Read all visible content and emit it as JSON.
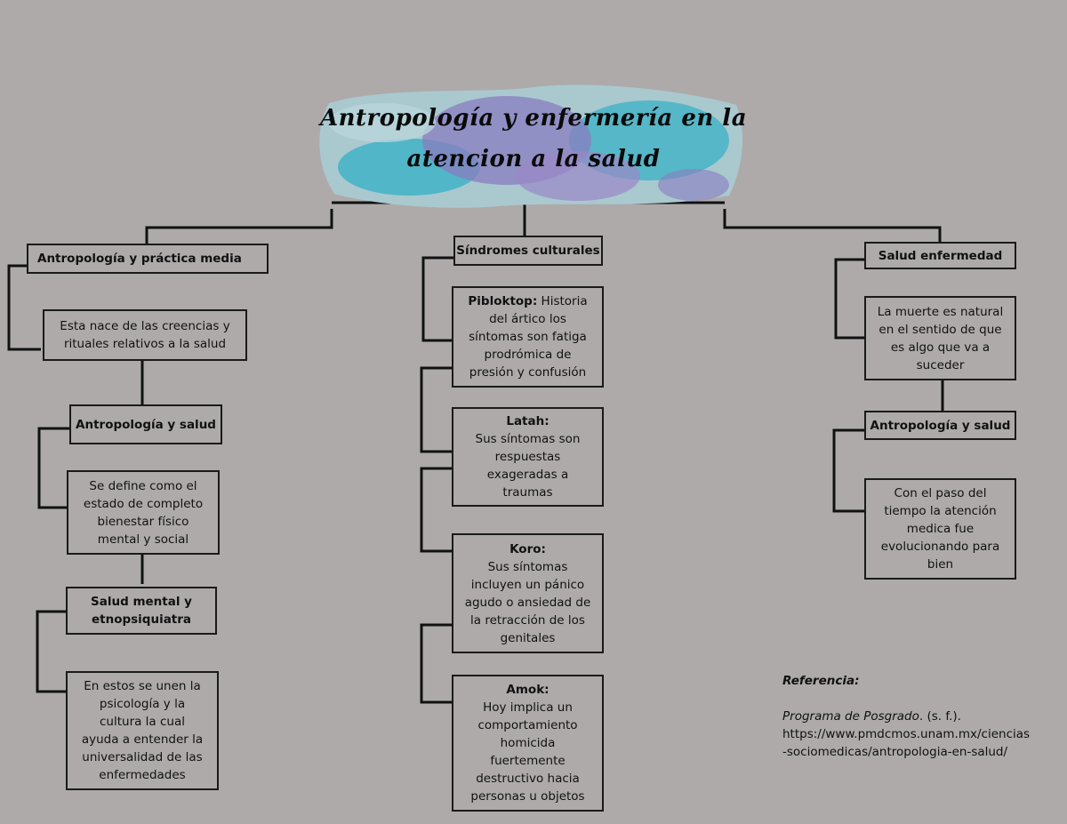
{
  "title": {
    "line1": "Antropología y enfermería en la",
    "line2": "atencion a la salud"
  },
  "left": {
    "header": "Antropología y práctica media",
    "desc": "Esta nace de las creencias y rituales relativos a la salud",
    "sub1": "Antropología y salud",
    "sub1_desc": "Se define como el estado de completo bienestar físico mental y social",
    "sub2": "Salud mental y etnopsiquiatra",
    "sub2_desc": "En estos se unen la psicología y la cultura la cual ayuda a entender la universalidad de las enfermedades"
  },
  "center": {
    "header": "Síndromes culturales",
    "items": [
      {
        "name": "Pibloktop:",
        "desc": "Historia del ártico los síntomas son fatiga prodrómica de presión y confusión"
      },
      {
        "name": "Latah:",
        "desc": "Sus síntomas son respuestas exageradas a traumas"
      },
      {
        "name": "Koro:",
        "desc": "Sus síntomas incluyen un pánico agudo o ansiedad de la retracción de los genitales"
      },
      {
        "name": "Amok:",
        "desc": "Hoy implica un comportamiento homicida fuertemente destructivo hacia personas u objetos"
      }
    ]
  },
  "right": {
    "header": "Salud enfermedad",
    "desc": "La muerte es natural en el sentido de que es algo que va a suceder",
    "sub": "Antropología y salud",
    "sub_desc": "Con el paso del tiempo la atención medica fue evolucionando para bien"
  },
  "reference": {
    "label": "Referencia:",
    "source": "Programa de Posgrado",
    "date": ". (s. f.).",
    "url_line1": "https://www.pmdcmos.unam.mx/ciencias",
    "url_line2": "-sociomedicas/antropologia-en-salud/"
  },
  "colors": {
    "background": "#aeaaaa",
    "banner_teal": "#46b4c6",
    "banner_purple": "#8a7cc0",
    "line": "#111111"
  }
}
